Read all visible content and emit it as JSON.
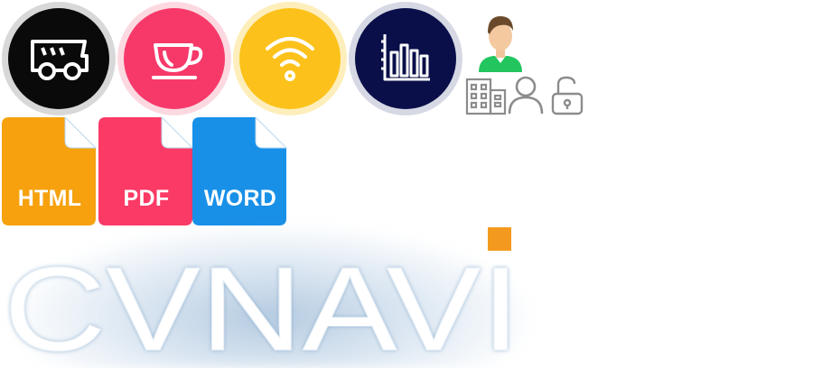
{
  "colors": {
    "black_circle": "#0a0a0a",
    "pink_circle": "#f7396a",
    "yellow_circle": "#fcc21b",
    "navy_circle": "#0a0f4a",
    "html_file": "#f6a10d",
    "pdf_file": "#fb3a66",
    "word_file": "#1890e8",
    "logo_accent": "#f39a1e"
  },
  "icons": {
    "row1": [
      "truck-icon",
      "coffee-cup-icon",
      "wifi-icon",
      "bar-chart-icon"
    ],
    "small": [
      "user-avatar-icon",
      "building-icon",
      "person-icon",
      "lock-icon"
    ]
  },
  "files": [
    {
      "label": "HTML",
      "color": "#f6a10d"
    },
    {
      "label": "PDF",
      "color": "#fb3a66"
    },
    {
      "label": "WORD",
      "color": "#1890e8"
    }
  ],
  "logo": {
    "text": "CVNAVI"
  }
}
